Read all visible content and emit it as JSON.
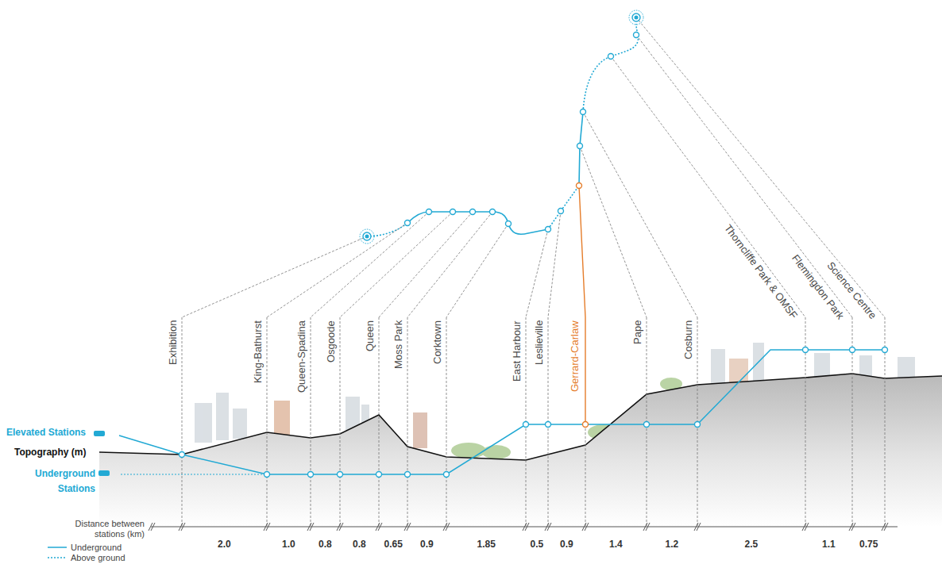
{
  "diagram": {
    "labels": [
      "Elevated Stations",
      "Topography (m)",
      "Underground Stations",
      "Exhibition",
      "King-Bathurst",
      "Queen-Spadina",
      "Osgoode",
      "Queen",
      "Moss Park",
      "Corktown",
      "East Harbour",
      "Leslieville",
      "Gerrard-Carlaw",
      "Pape",
      "Cosburn",
      "Thorncliffe Park & OMSF",
      "Flemingdon Park",
      "Science Centre",
      "Distance between stations (km)",
      "2.0",
      "1.0",
      "0.8",
      "0.8",
      "0.65",
      "0.9",
      "1.85",
      "0.5",
      "0.9",
      "1.4",
      "1.2",
      "2.5",
      "1.1",
      "0.75"
    ],
    "legend": [
      {
        "text": "Underground"
      },
      {
        "text": "Above ground"
      }
    ]
  }
}
